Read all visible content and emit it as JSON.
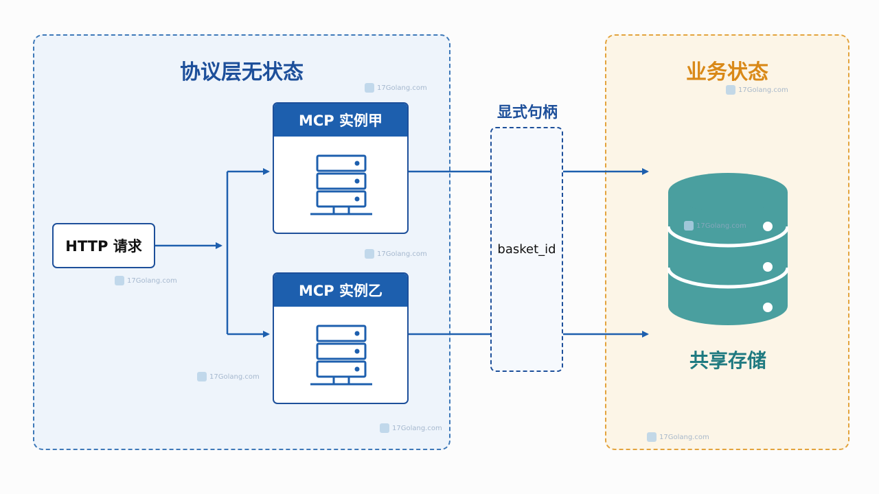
{
  "left_panel": {
    "title": "协议层无状态"
  },
  "right_panel": {
    "title": "业务状态"
  },
  "http_request": {
    "label": "HTTP 请求"
  },
  "mcp_instances": [
    {
      "label": "MCP 实例甲"
    },
    {
      "label": "MCP 实例乙"
    }
  ],
  "handle": {
    "label": "显式句柄",
    "value": "basket_id"
  },
  "storage": {
    "label": "共享存储"
  },
  "watermark": "17Golang.com",
  "colors": {
    "primary_blue": "#1d5fae",
    "left_border": "#3d78b8",
    "right_border": "#e3a33c",
    "orange_title": "#d98918",
    "teal_db": "#4a9f9f"
  }
}
